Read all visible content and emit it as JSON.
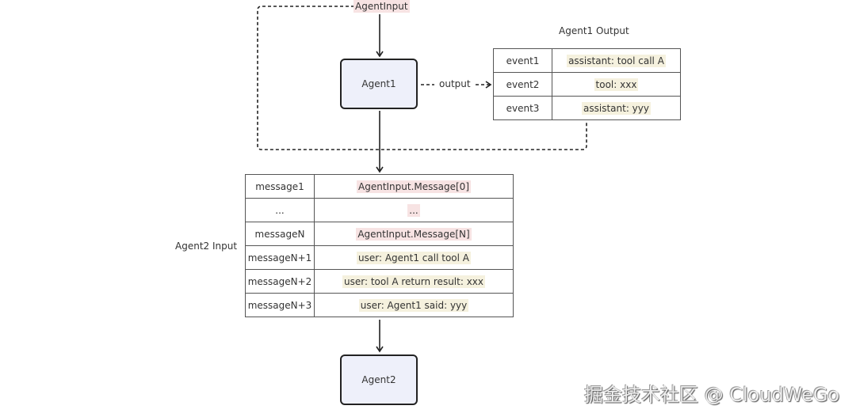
{
  "agent_input_label": "AgentInput",
  "agent1": {
    "label": "Agent1"
  },
  "output_label": "output",
  "agent1_output": {
    "title": "Agent1 Output",
    "rows": [
      {
        "event": "event1",
        "content": "assistant: tool call A"
      },
      {
        "event": "event2",
        "content": "tool: xxx"
      },
      {
        "event": "event3",
        "content": "assistant: yyy"
      }
    ]
  },
  "agent2_input": {
    "title": "Agent2 Input",
    "rows": [
      {
        "message": "message1",
        "content": "AgentInput.Message[0]",
        "highlight": "red"
      },
      {
        "message": "...",
        "content": "...",
        "highlight": "red"
      },
      {
        "message": "messageN",
        "content": "AgentInput.Message[N]",
        "highlight": "red"
      },
      {
        "message": "messageN+1",
        "content": "user: Agent1 call tool A",
        "highlight": "yellow"
      },
      {
        "message": "messageN+2",
        "content": "user: tool A return result: xxx",
        "highlight": "yellow"
      },
      {
        "message": "messageN+3",
        "content": "user: Agent1 said: yyy",
        "highlight": "yellow"
      }
    ]
  },
  "agent2": {
    "label": "Agent2"
  },
  "watermark": "掘金技术社区 @ CloudWeGo",
  "colors": {
    "agent_fill": "#eef0fa",
    "highlight_input": "#f7e3e3",
    "highlight_output": "#f5f1de",
    "stroke": "#222222"
  }
}
